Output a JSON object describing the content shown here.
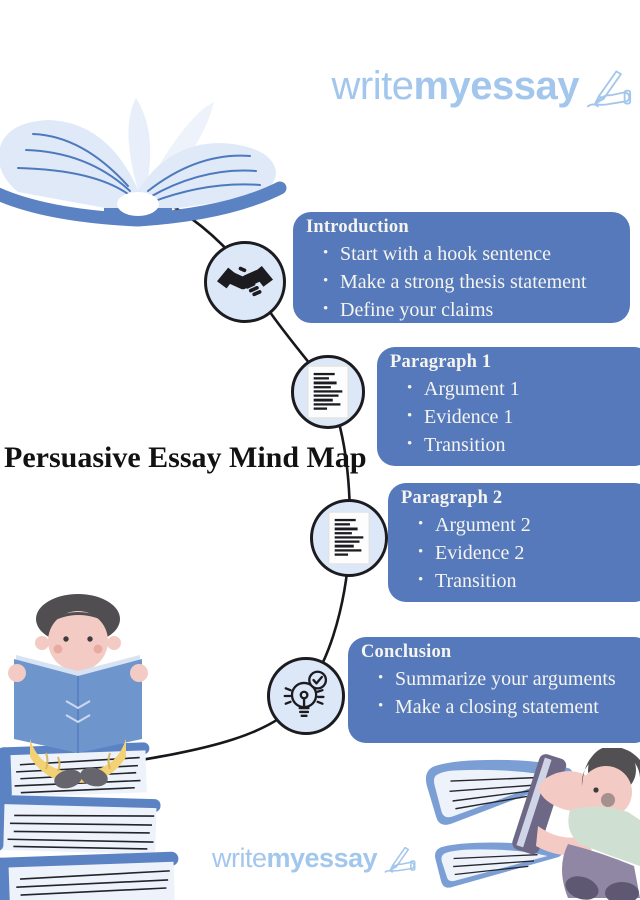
{
  "brand": {
    "regular": "write",
    "bold": "myessay",
    "icon": "pen-in-hand-icon"
  },
  "page_title": "Persuasive Essay Mind Map",
  "nodes": [
    {
      "label": "Introduction",
      "icon": "handshake-icon",
      "bullets": [
        "Start with a hook sentence",
        "Make a strong thesis statement",
        "Define your claims"
      ]
    },
    {
      "label": "Paragraph 1",
      "icon": "document-text-icon",
      "bullets": [
        "Argument 1",
        "Evidence 1",
        "Transition"
      ]
    },
    {
      "label": "Paragraph 2",
      "icon": "document-text-icon",
      "bullets": [
        "Argument 2",
        "Evidence 2",
        "Transition"
      ]
    },
    {
      "label": "Conclusion",
      "icon": "lightbulb-check-icon",
      "bullets": [
        "Summarize your arguments",
        "Make a closing statement"
      ]
    }
  ],
  "colors": {
    "box_blue": "#5679bc",
    "circle_fill": "#dce8f7",
    "outline_black": "#1b1b20",
    "logo_blue": "#a3c7ec",
    "illustration_blue": "#5b82c3",
    "illustration_light_page": "#e3ecf9"
  }
}
